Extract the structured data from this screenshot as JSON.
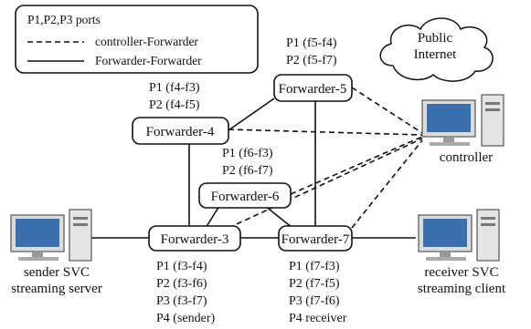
{
  "legend": {
    "ports": "P1,P2,P3  ports",
    "controller_link": "controller-Forwarder",
    "forwarder_link": "Forwarder-Forwarder"
  },
  "nodes": {
    "f3": "Forwarder-3",
    "f4": "Forwarder-4",
    "f5": "Forwarder-5",
    "f6": "Forwarder-6",
    "f7": "Forwarder-7"
  },
  "cloud": {
    "line1": "Public",
    "line2": "Internet"
  },
  "controller": {
    "label": "controller"
  },
  "sender": {
    "line1": "sender SVC",
    "line2": "streaming server"
  },
  "receiver": {
    "line1": "receiver SVC",
    "line2": "streaming client"
  },
  "ports": {
    "f5": [
      "P1 (f5-f4)",
      "P2 (f5-f7)"
    ],
    "f4": [
      "P1 (f4-f3)",
      "P2 (f4-f5)"
    ],
    "f6": [
      "P1 (f6-f3)",
      "P2 (f6-f7)"
    ],
    "f3": [
      "P1 (f3-f4)",
      "P2 (f3-f6)",
      "P3 (f3-f7)",
      "P4 (sender)"
    ],
    "f7": [
      "P1 (f7-f3)",
      "P2 (f7-f5)",
      "P3 (f7-f6)",
      "P4 receiver"
    ]
  },
  "colors": {
    "line": "#111111",
    "screen": "#3a6fb0",
    "cloud_fill": "#ffffff"
  }
}
